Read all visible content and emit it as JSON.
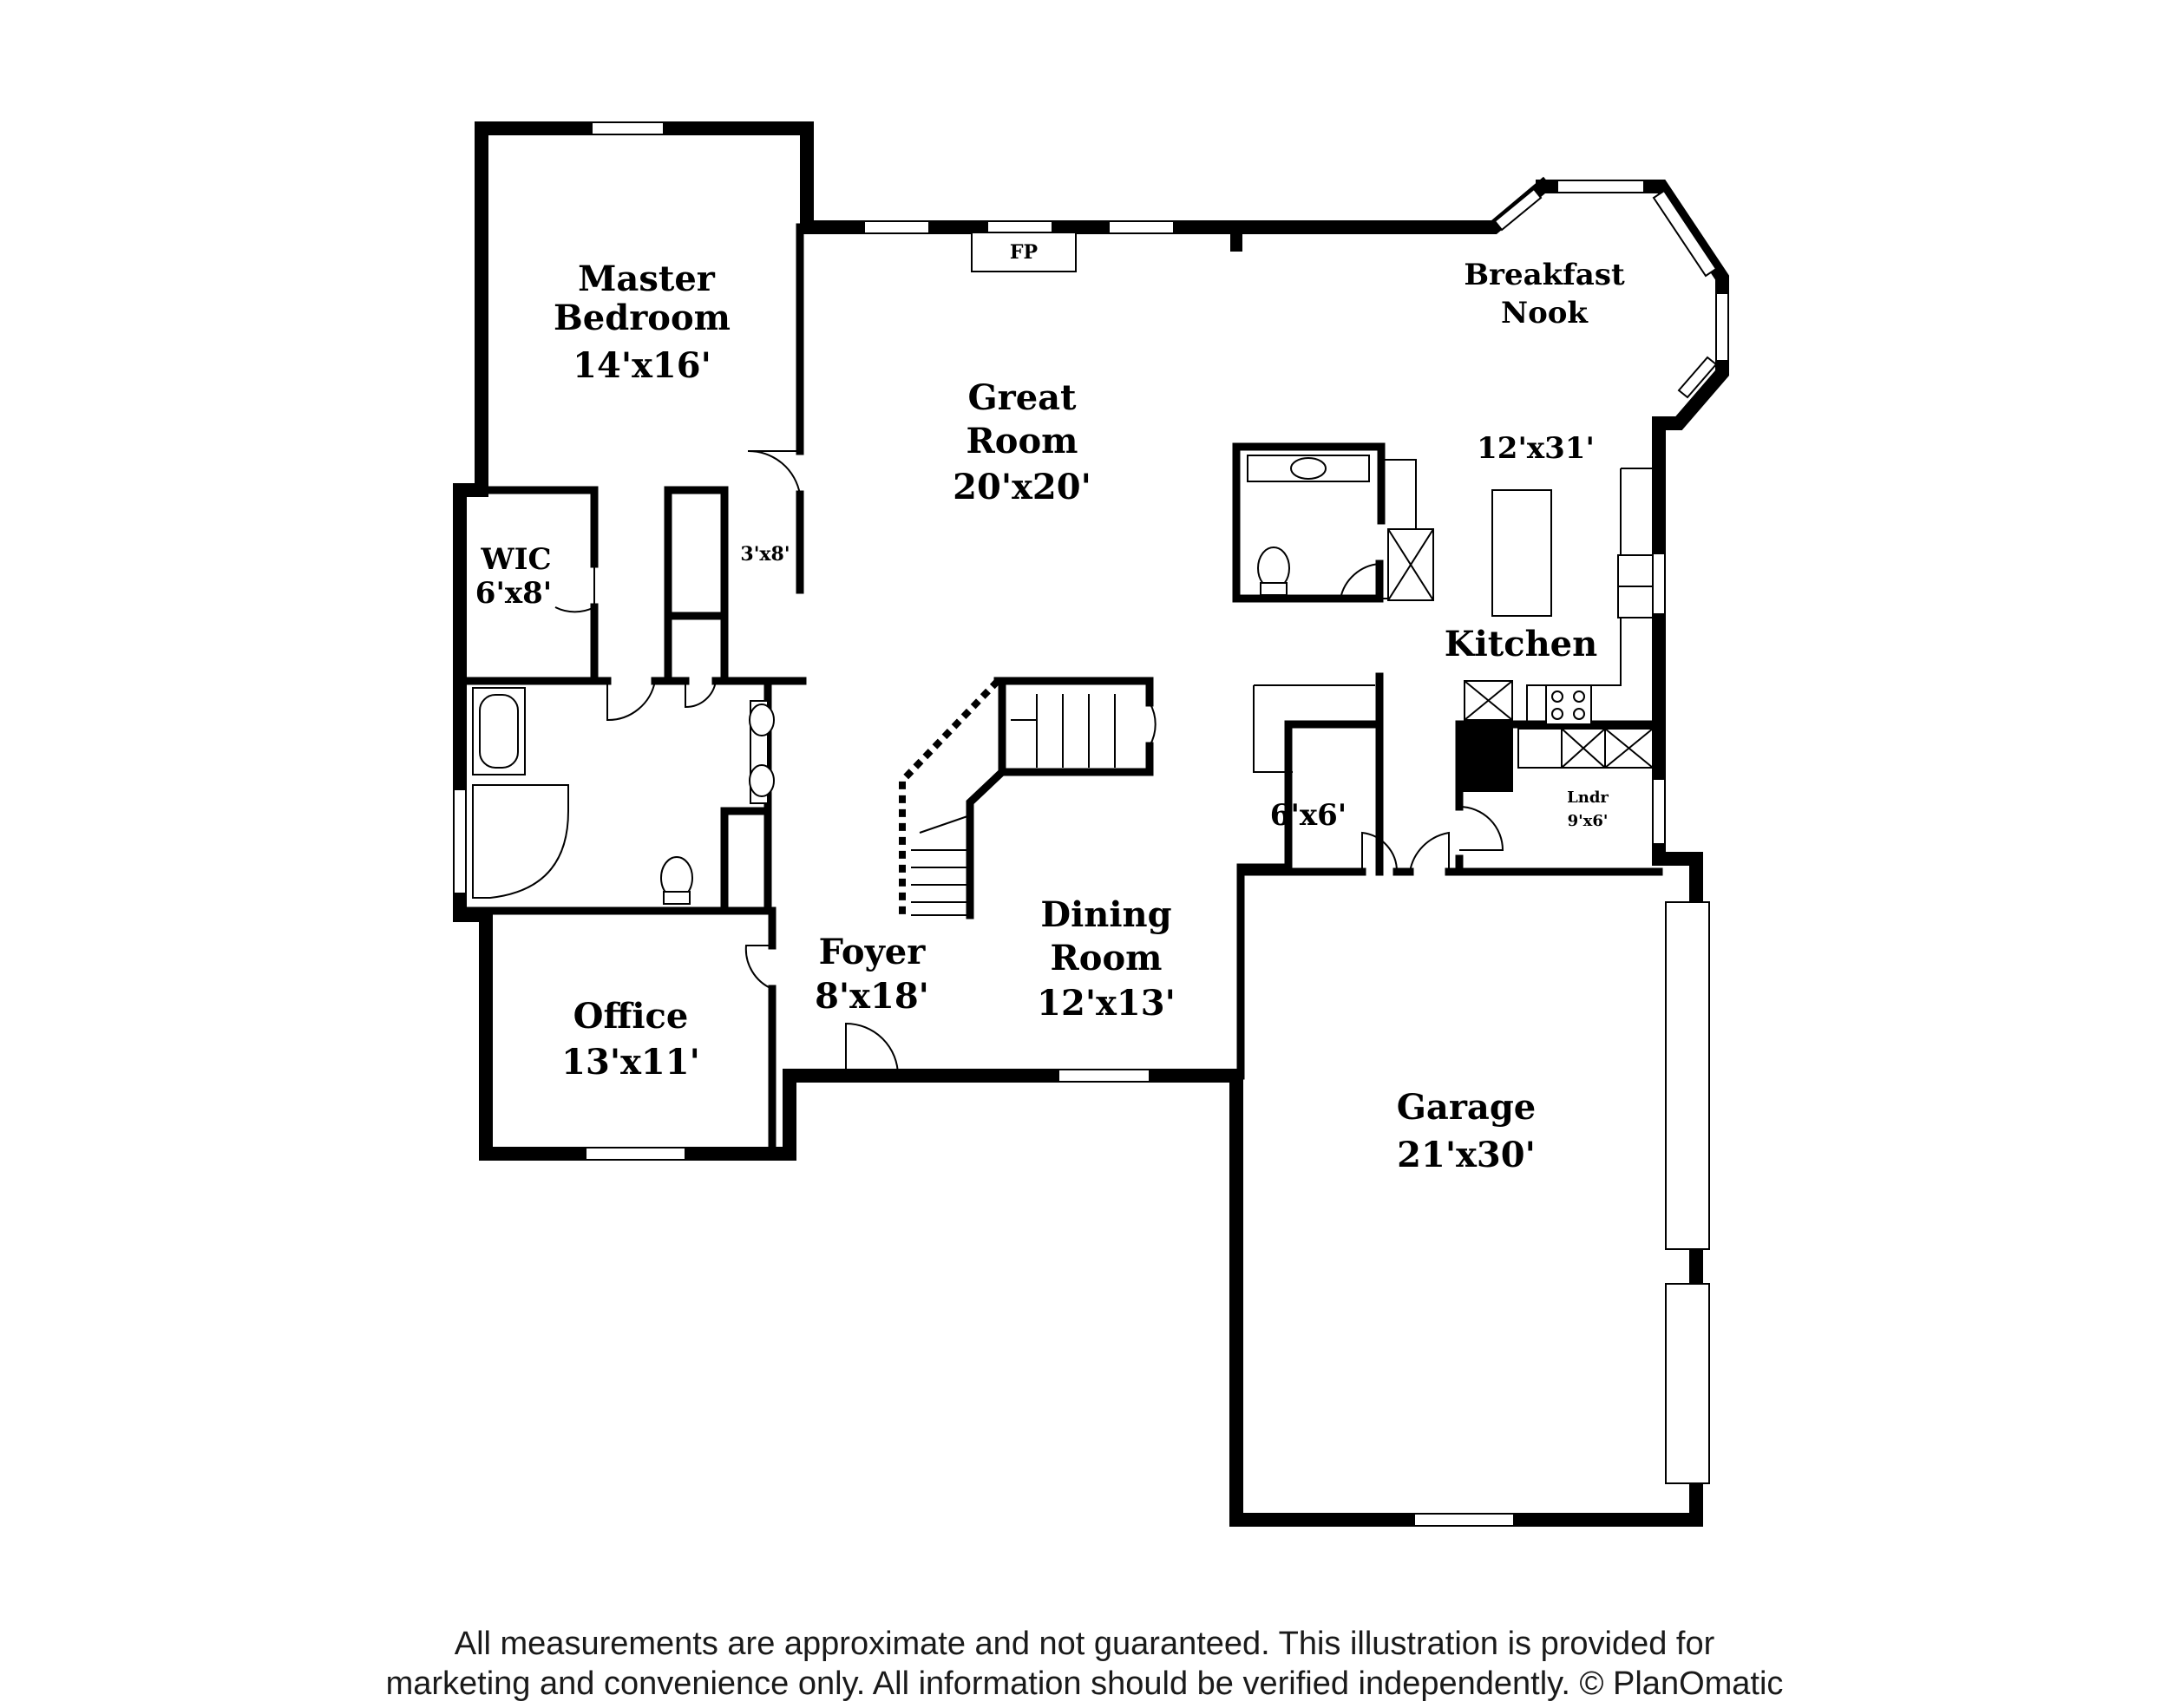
{
  "rooms": {
    "master_bedroom": {
      "line1": "Master",
      "line2": "Bedroom",
      "dims": "14'x16'"
    },
    "wic": {
      "name": "WIC",
      "dims": "6'x8'"
    },
    "closet": {
      "dims": "3'x8'"
    },
    "great_room": {
      "line1": "Great",
      "line2": "Room",
      "dims": "20'x20'"
    },
    "breakfast_nook": {
      "line1": "Breakfast",
      "line2": "Nook"
    },
    "kitchen": {
      "name": "Kitchen",
      "dims": "12'x31'"
    },
    "fireplace": {
      "label": "FP"
    },
    "pantry": {
      "dims": "6'x6'"
    },
    "laundry": {
      "name": "Lndr",
      "dims": "9'x6'"
    },
    "foyer": {
      "name": "Foyer",
      "dims": "8'x18'"
    },
    "dining_room": {
      "line1": "Dining",
      "line2": "Room",
      "dims": "12'x13'"
    },
    "office": {
      "name": "Office",
      "dims": "13'x11'"
    },
    "garage": {
      "name": "Garage",
      "dims": "21'x30'"
    }
  },
  "disclaimer": {
    "line1": "All measurements are approximate and not guaranteed. This illustration is provided for",
    "line2": "marketing and convenience only. All information should be verified independently. © PlanOmatic"
  }
}
